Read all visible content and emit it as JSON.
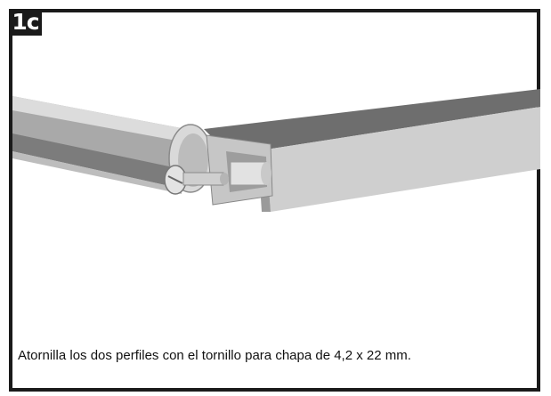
{
  "step": {
    "label": "1c"
  },
  "caption": {
    "text": "Atornilla los dos perfiles con el tornillo para chapa de 4,2 x 22 mm."
  },
  "illustration": {
    "subject": "two-metal-profiles-joined-with-screw",
    "colors": {
      "frame": "#1a1a1a",
      "metal_light": "#d8d8d8",
      "metal_mid": "#a8a8a8",
      "metal_dark": "#6a6a6a"
    }
  }
}
